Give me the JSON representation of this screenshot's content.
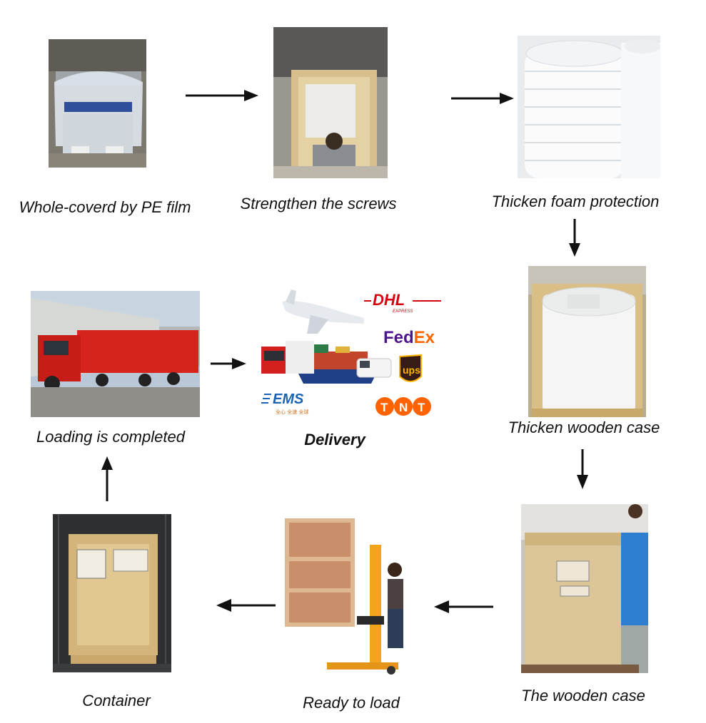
{
  "steps": {
    "pe_film": "Whole-coverd by PE film",
    "screws": "Strengthen the screws",
    "foam": "Thicken foam protection",
    "wooden_case_thick": "Thicken wooden case",
    "wooden_case": "The wooden case",
    "ready": "Ready to load",
    "container": "Container",
    "loading": "Loading is completed",
    "delivery": "Delivery"
  },
  "logos": {
    "dhl": "DHL",
    "dhl_sub": "EXPRESS",
    "fedex_a": "Fed",
    "fedex_b": "Ex",
    "ups": "ups",
    "ems": "EMS",
    "ems_sub": "全心 全速 全球",
    "tnt": [
      "T",
      "N",
      "T"
    ]
  },
  "colors": {
    "dhl_red": "#d40511",
    "fedex_purple": "#4d148c",
    "fedex_orange": "#ff6600",
    "ups_brown": "#351c15",
    "ups_gold": "#ffb500",
    "tnt_orange": "#ff6200",
    "ems_blue": "#1b64b5",
    "arrow": "#111111"
  },
  "icons": [
    "arrow-right-icon",
    "arrow-down-icon",
    "arrow-left-icon",
    "arrow-up-icon"
  ]
}
